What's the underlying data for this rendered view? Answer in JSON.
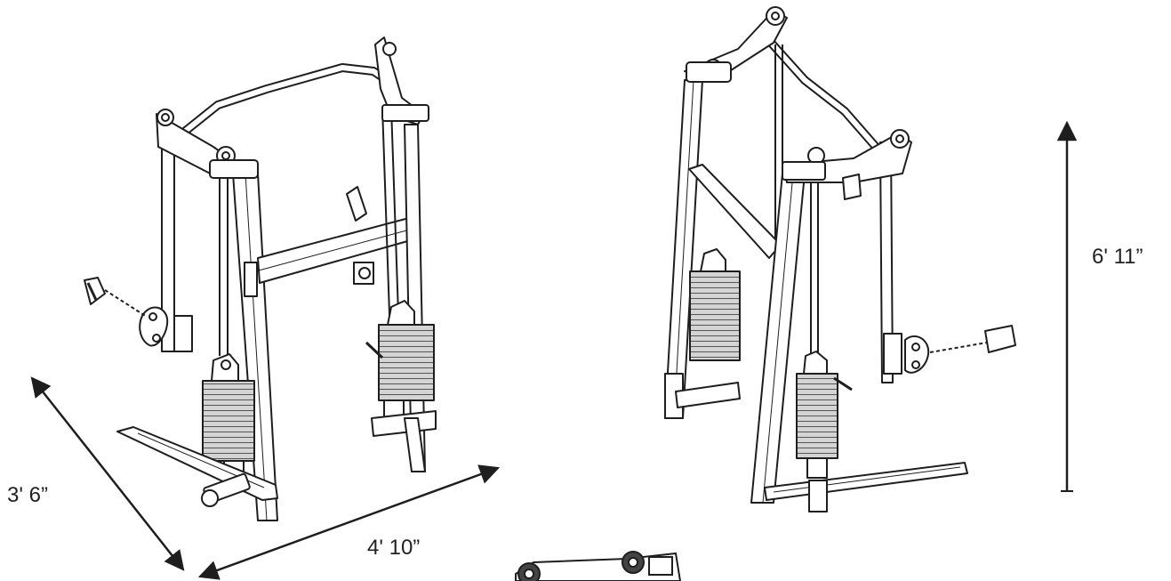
{
  "diagram": {
    "dimensions": {
      "depth": "3' 6”",
      "width": "4' 10”",
      "height": "6' 11”"
    },
    "colors": {
      "line": "#1e1e1e",
      "frame": "#ffffff",
      "stack": "#cfcfcf",
      "background": "#ffffff"
    },
    "views": [
      "front-angled-view",
      "rear-angled-view",
      "pulley-detail-view"
    ]
  }
}
